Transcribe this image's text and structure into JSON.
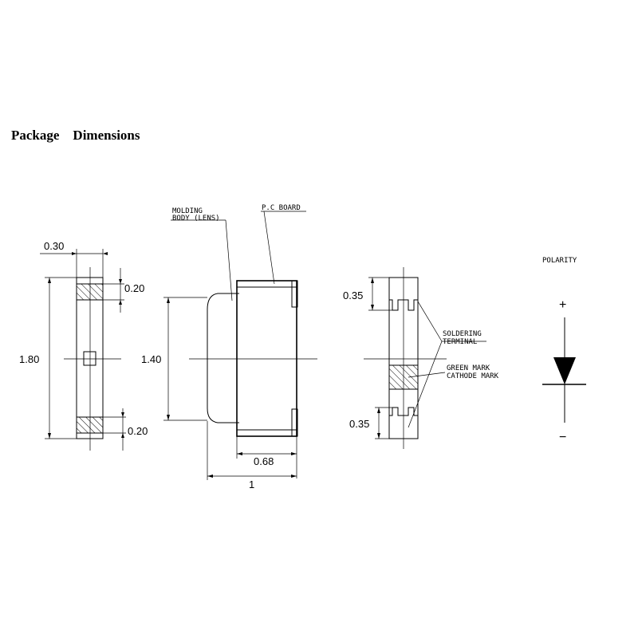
{
  "title": "Package    Dimensions",
  "side_view": {
    "width": "0.30",
    "pad_top": "0.20",
    "length": "1.80",
    "pad_bottom": "0.20"
  },
  "front_view": {
    "molding_label_1": "MOLDING",
    "molding_label_2": "BODY (LENS)",
    "pcb_label": "P.C BOARD",
    "height": "1.40",
    "board_width": "0.68",
    "total_width": "1"
  },
  "back_view": {
    "terminal_top": "0.35",
    "terminal_bottom": "0.35",
    "soldering_1": "SOLDERING",
    "soldering_2": "TERMINAL",
    "green_mark": "GREEN MARK",
    "cathode_mark": "CATHODE MARK"
  },
  "polarity": {
    "label": "POLARITY",
    "plus": "+",
    "minus": "−"
  }
}
